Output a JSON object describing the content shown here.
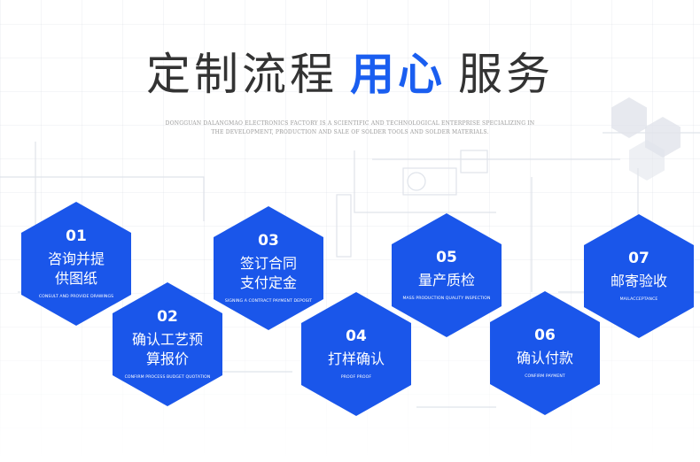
{
  "header": {
    "title_before": "定制流程",
    "title_accent": "用心",
    "title_after": "服务",
    "subtitle_line1": "DONGGUAN DALANGMAO ELECTRONICS FACTORY IS A SCIENTIFIC AND TECHNOLOGICAL ENTERPRISE SPECIALIZING IN",
    "subtitle_line2": "THE DEVELOPMENT, PRODUCTION AND SALE OF SOLDER TOOLS AND SOLDER MATERIALS."
  },
  "colors": {
    "accent": "#1a5ef0",
    "hex_fill": "#1a56ea",
    "title_text": "#333333"
  },
  "steps": [
    {
      "num": "01",
      "name": "咨询并提\n供图纸",
      "en": "CONSULT AND PROVIDE DRAWINGS"
    },
    {
      "num": "02",
      "name": "确认工艺预\n算报价",
      "en": "CONFIRM PROCESS BUDGET QUOTATION"
    },
    {
      "num": "03",
      "name": "签订合同\n支付定金",
      "en": "SIGNING A CONTRACT PAYMENT DEPOSIT"
    },
    {
      "num": "04",
      "name": "打样确认",
      "en": "PROOF PROOF"
    },
    {
      "num": "05",
      "name": "量产质检",
      "en": "MASS PRODUCTION QUALITY INSPECTION"
    },
    {
      "num": "06",
      "name": "确认付款",
      "en": "CONFIRM PAYMENT"
    },
    {
      "num": "07",
      "name": "邮寄验收",
      "en": "MAILACCEPTANCE"
    }
  ]
}
